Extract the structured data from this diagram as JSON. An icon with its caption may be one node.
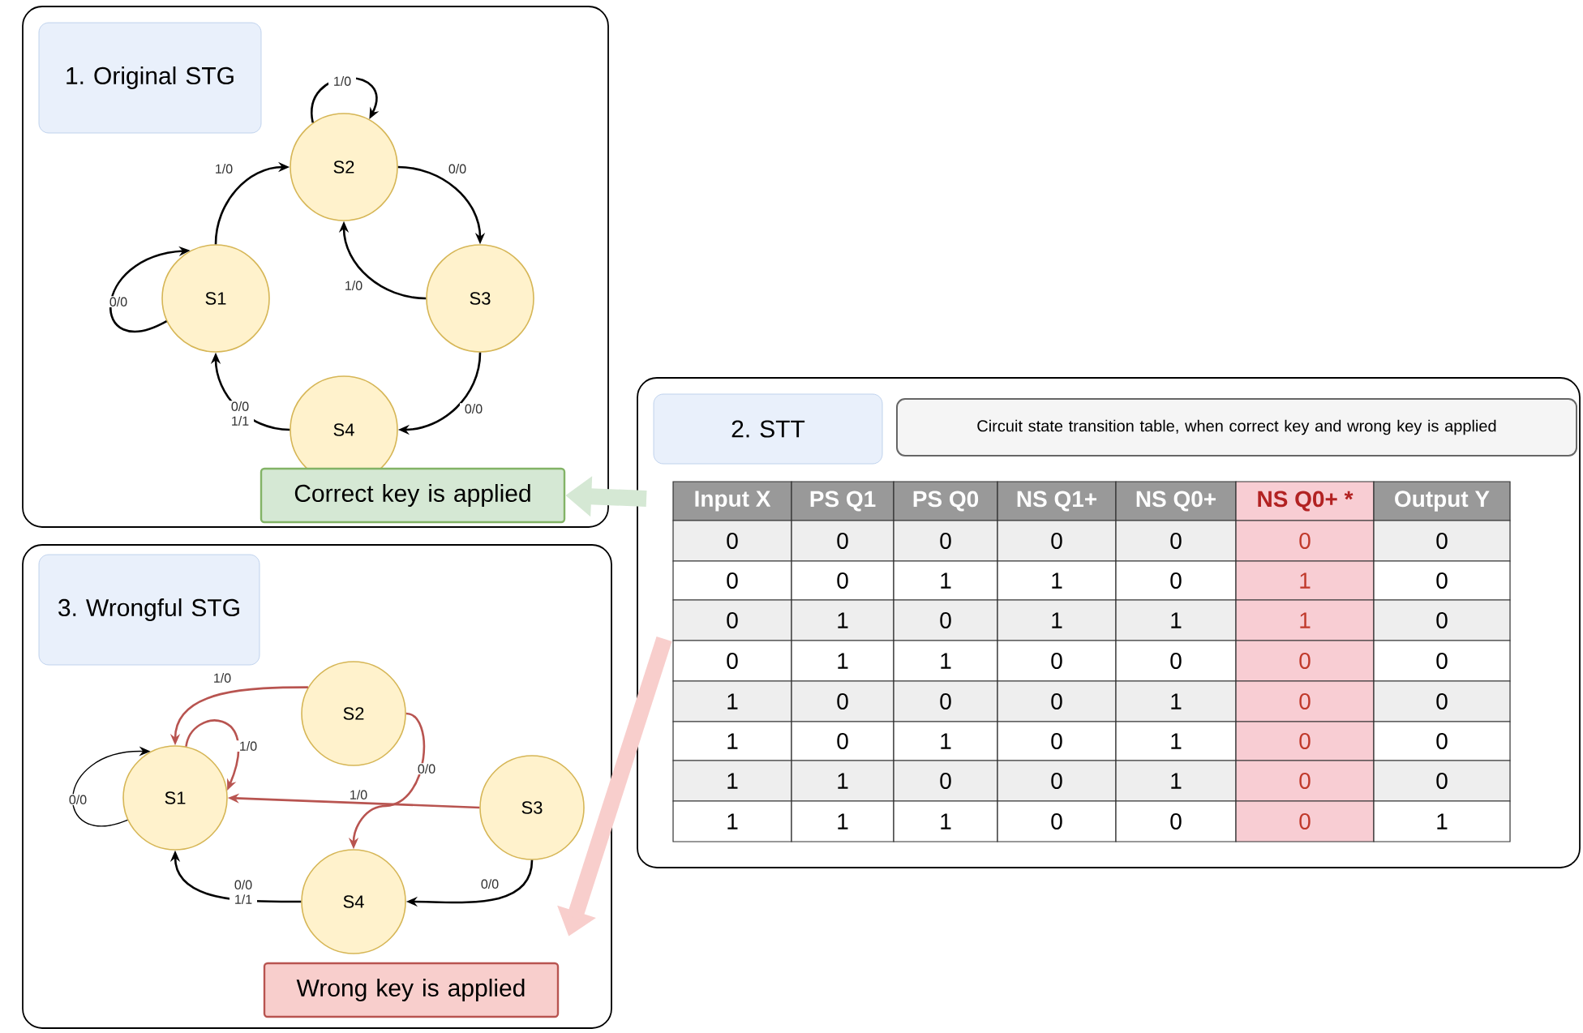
{
  "diagram": {
    "nodes": [
      {
        "text": [],
        "shape": "box"
      },
      {
        "text": [
          "1. Original STG"
        ],
        "in": 0
      },
      {
        "text": [
          "S1"
        ],
        "in": 0
      },
      {
        "text": [
          "S2"
        ],
        "in": 0
      },
      {
        "text": [
          "S3"
        ],
        "in": 0
      },
      {
        "text": [
          "S4"
        ],
        "in": 0
      },
      {
        "text": [
          "Correct key is applied"
        ],
        "in": 0
      },
      {
        "text": [],
        "shape": "box"
      },
      {
        "text": [
          "2. STT"
        ],
        "in": 7
      },
      {
        "text": [
          "Circuit state transition table, when correct key and wrong key is applied"
        ],
        "in": 7
      },
      {
        "text": [],
        "shape": "box"
      },
      {
        "text": [
          "3. Wrongful STG"
        ],
        "in": 10
      },
      {
        "text": [
          "S1"
        ],
        "in": 10
      },
      {
        "text": [
          "S2"
        ],
        "in": 10
      },
      {
        "text": [
          "S3"
        ],
        "in": 10
      },
      {
        "text": [
          "S4"
        ],
        "in": 10
      },
      {
        "text": [
          "Wrong key is applied"
        ],
        "in": 10
      }
    ],
    "edges": [
      {
        "from": 2,
        "to": 2,
        "arrow": "to",
        "label": "0/0"
      },
      {
        "from": 2,
        "to": 3,
        "arrow": "to",
        "label": "1/0"
      },
      {
        "from": 3,
        "to": 3,
        "arrow": "to",
        "label": "1/0"
      },
      {
        "from": 3,
        "to": 4,
        "arrow": "to",
        "label": "0/0"
      },
      {
        "from": 4,
        "to": 3,
        "arrow": "to",
        "label": "1/0"
      },
      {
        "from": 4,
        "to": 5,
        "arrow": "to",
        "label": "0/0"
      },
      {
        "from": 5,
        "to": 2,
        "arrow": "to",
        "label": "0/0 1/1"
      },
      {
        "from": 7,
        "to": 6,
        "arrow": "to",
        "style": "thick",
        "color": "#d5e8d4"
      },
      {
        "from": 7,
        "to": 16,
        "arrow": "to",
        "style": "thick",
        "color": "#f8cecc"
      },
      {
        "from": 12,
        "to": 12,
        "arrow": "to",
        "label": "0/0"
      },
      {
        "from": 13,
        "to": 12,
        "arrow": "to",
        "label": "1/0",
        "color": "#b85450"
      },
      {
        "from": 12,
        "to": 12,
        "arrow": "to",
        "label": "1/0",
        "color": "#b85450"
      },
      {
        "from": 13,
        "to": 15,
        "arrow": "to",
        "label": "0/0",
        "color": "#b85450"
      },
      {
        "from": 14,
        "to": 12,
        "arrow": "to",
        "label": "1/0",
        "color": "#b85450"
      },
      {
        "from": 14,
        "to": 15,
        "arrow": "to",
        "label": "0/0"
      },
      {
        "from": 15,
        "to": 12,
        "arrow": "to",
        "label": "0/0 1/1"
      }
    ],
    "labels": [
      "Input X",
      "PS Q1",
      "PS Q0",
      "NS Q1+",
      "NS Q0+",
      "NS Q0+ *",
      "Output Y",
      "0",
      "0",
      "0",
      "0",
      "0",
      "0",
      "0",
      "0",
      "0",
      "1",
      "1",
      "0",
      "1",
      "0",
      "0",
      "1",
      "0",
      "1",
      "1",
      "1",
      "0",
      "0",
      "1",
      "1",
      "0",
      "0",
      "0",
      "0",
      "1",
      "0",
      "0",
      "0",
      "1",
      "0",
      "0",
      "1",
      "0",
      "1",
      "0",
      "1",
      "0",
      "0",
      "1",
      "1",
      "0",
      "0",
      "1",
      "0",
      "0",
      "1",
      "1",
      "1",
      "0",
      "0",
      "0",
      "1"
    ]
  }
}
